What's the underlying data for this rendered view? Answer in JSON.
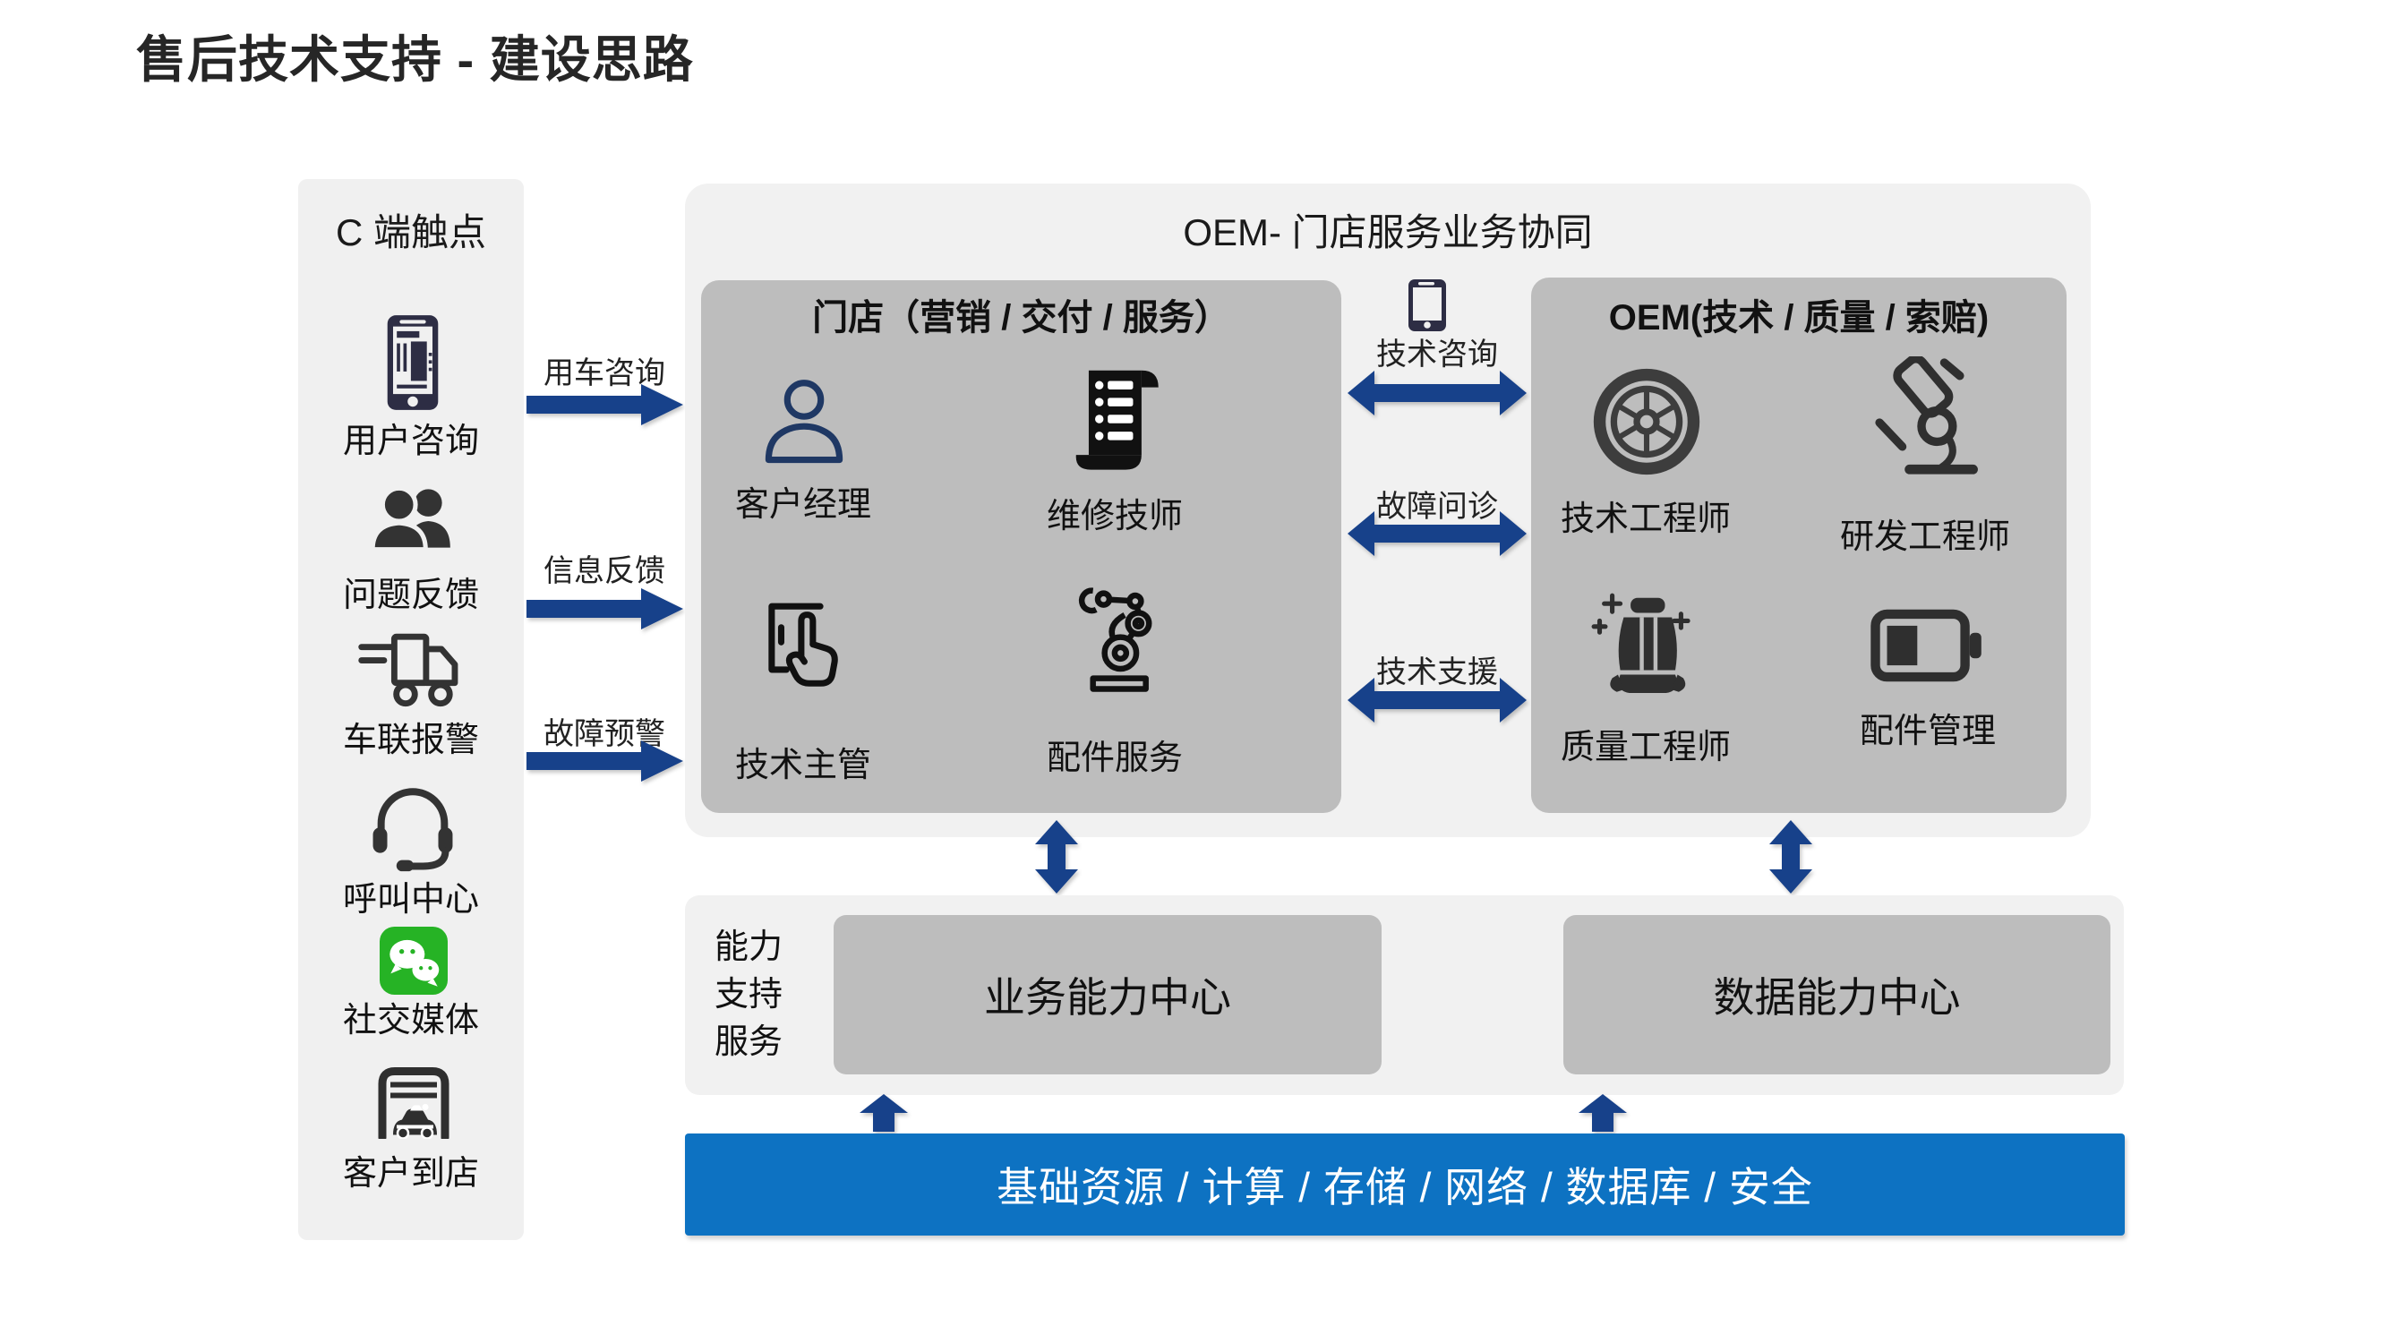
{
  "title": "售后技术支持 - 建设思路",
  "sidebar": {
    "title": "C 端触点",
    "items": [
      {
        "label": "用户咨询",
        "icon": "smartphone-icon"
      },
      {
        "label": "问题反馈",
        "icon": "people-icon"
      },
      {
        "label": "车联报警",
        "icon": "truck-icon"
      },
      {
        "label": "呼叫中心",
        "icon": "headset-icon"
      },
      {
        "label": "社交媒体",
        "icon": "wechat-icon"
      },
      {
        "label": "客户到店",
        "icon": "garage-car-icon"
      }
    ]
  },
  "left_flows": [
    {
      "label": "用车咨询"
    },
    {
      "label": "信息反馈"
    },
    {
      "label": "故障预警"
    }
  ],
  "collaboration": {
    "title": "OEM- 门店服务业务协同",
    "store": {
      "title": "门店（营销 / 交付 / 服务）",
      "roles": [
        {
          "label": "客户经理",
          "icon": "person-icon"
        },
        {
          "label": "维修技师",
          "icon": "checklist-scroll-icon"
        },
        {
          "label": "技术主管",
          "icon": "touch-screen-icon"
        },
        {
          "label": "配件服务",
          "icon": "robot-arm-icon"
        }
      ]
    },
    "oem": {
      "title": "OEM(技术 / 质量 / 索赔)",
      "roles": [
        {
          "label": "技术工程师",
          "icon": "wheel-icon"
        },
        {
          "label": "研发工程师",
          "icon": "microscope-icon"
        },
        {
          "label": "质量工程师",
          "icon": "car-seat-icon"
        },
        {
          "label": "配件管理",
          "icon": "battery-icon"
        }
      ]
    },
    "exchanges": [
      {
        "label": "技术咨询",
        "icon": "phone-icon"
      },
      {
        "label": "故障问诊"
      },
      {
        "label": "技术支援"
      }
    ]
  },
  "capability": {
    "side_label": "能力支持服务",
    "side_label_lines": [
      "能力",
      "支持",
      "服务"
    ],
    "centers": [
      {
        "label": "业务能力中心"
      },
      {
        "label": "数据能力中心"
      }
    ]
  },
  "infrastructure": {
    "label": "基础资源 / 计算 / 存储 / 网络 / 数据库 / 安全"
  },
  "colors": {
    "navy_arrow": "#17418a",
    "infra_blue": "#0d72c2",
    "box_gray": "#bdbdbd",
    "panel_gray": "#f1f1f1",
    "wechat_green": "#26b325"
  }
}
